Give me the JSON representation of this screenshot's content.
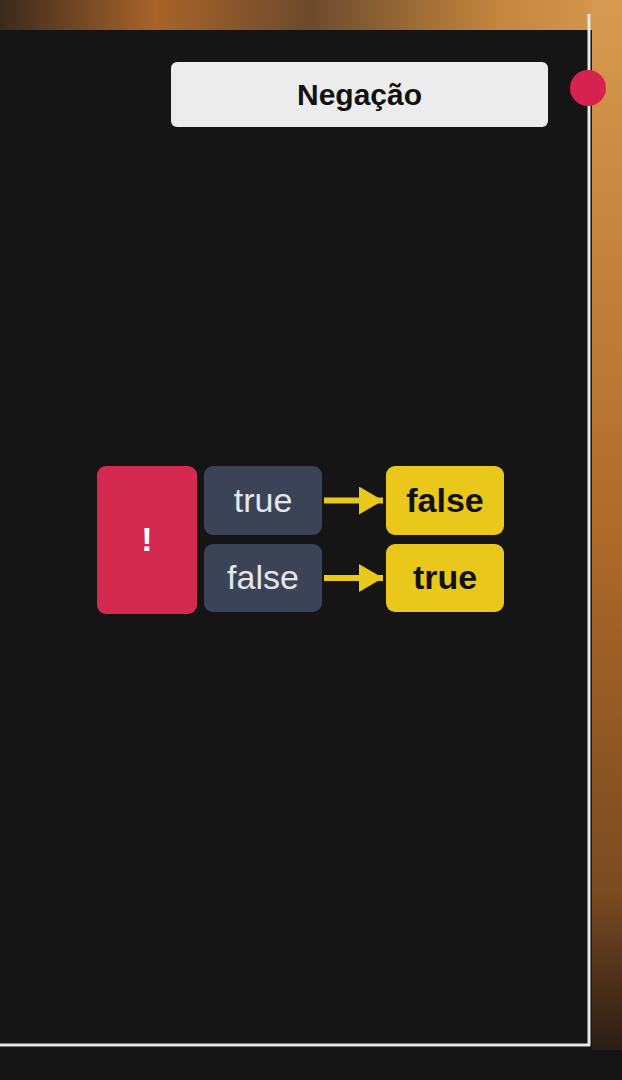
{
  "diagram": {
    "title": "Negação",
    "nodes": [
      {
        "text": [
          "!"
        ]
      },
      {
        "text": [
          "true"
        ]
      },
      {
        "text": [
          "false"
        ]
      },
      {
        "text": [
          "false"
        ]
      },
      {
        "text": [
          "true"
        ]
      }
    ],
    "edges": [
      {
        "from": 1,
        "to": 3,
        "arrow": "to"
      },
      {
        "from": 2,
        "to": 4,
        "arrow": "to"
      }
    ]
  }
}
